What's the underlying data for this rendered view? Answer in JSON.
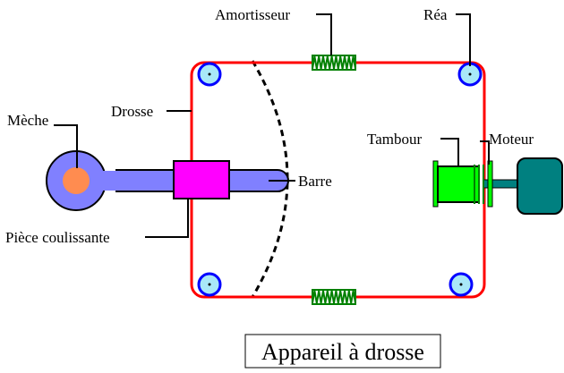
{
  "labels": {
    "amortisseur": "Amortisseur",
    "rea": "Réa",
    "drosse": "Drosse",
    "meche": "Mèche",
    "tambour": "Tambour",
    "moteur": "Moteur",
    "barre": "Barre",
    "piece_coulissante": "Pièce coulissante"
  },
  "caption": "Appareil à drosse",
  "colors": {
    "cable": "#ff0000",
    "pulley_fill": "#a8e8f8",
    "pulley_stroke": "#0000ff",
    "spring": "#008000",
    "tiller": "#8080ff",
    "meche_fill": "#ff8c50",
    "slider": "#ff00ff",
    "drum": "#00ff00",
    "motor": "#008080"
  },
  "icons": {
    "pulley": "pulley-icon",
    "spring": "spring-icon",
    "motor": "motor-icon"
  }
}
